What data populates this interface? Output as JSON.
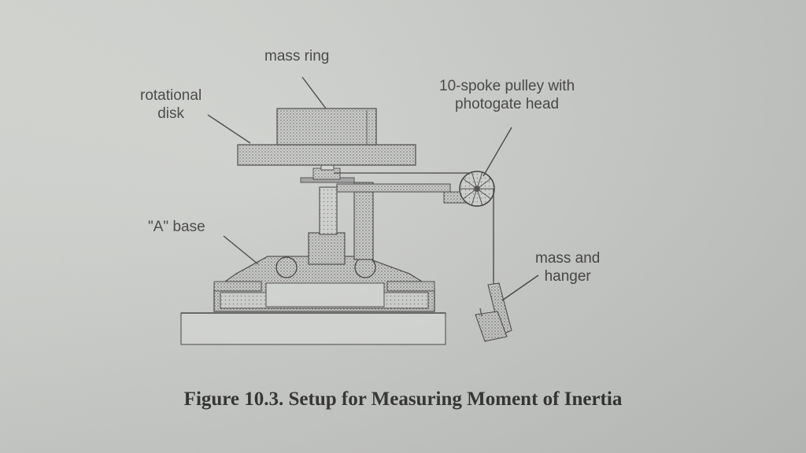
{
  "labels": {
    "mass_ring": "mass ring",
    "rotational_disk": [
      "rotational",
      "disk"
    ],
    "pulley": [
      "10-spoke pulley with",
      "photogate head"
    ],
    "a_base": "\"A\" base",
    "mass_hanger": [
      "mass and",
      "hanger"
    ]
  },
  "caption": "Figure 10.3. Setup for Measuring Moment of Inertia",
  "colors": {
    "ink": "#3a3a3a",
    "paper": "#cfd1ce",
    "stipple": "#8a8a8a"
  }
}
